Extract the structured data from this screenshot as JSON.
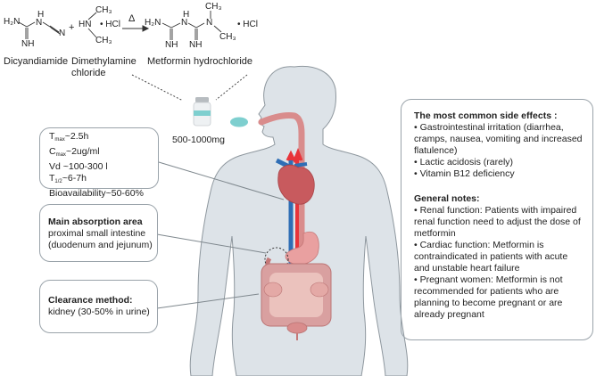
{
  "reaction": {
    "reactant1": {
      "name": "Dicyandiamide",
      "groups": {
        "amine": "H₂N",
        "imine": "NH",
        "h": "H",
        "n1": "N",
        "nitrile_n": "N"
      }
    },
    "plus": "+",
    "reactant2": {
      "name_line1": "Dimethylamine",
      "name_line2": "chloride",
      "groups": {
        "hn": "HN",
        "ch3_top": "CH₃",
        "ch3_bottom": "CH₃",
        "salt": "• HCl"
      }
    },
    "condition": "Δ",
    "product": {
      "name": "Metformin hydrochloride",
      "groups": {
        "amine": "H₂N",
        "h": "H",
        "n1": "N",
        "n2": "N",
        "imine1": "NH",
        "imine2": "NH",
        "ch3_top": "CH₃",
        "ch3_right": "CH₃",
        "salt": "• HCl"
      }
    }
  },
  "dose": {
    "label": "500-1000mg",
    "icons": [
      "medicine-bottle-icon",
      "tablet-icon"
    ]
  },
  "pk_box": {
    "tmax": {
      "symbol": "T",
      "sub": "max",
      "value": "~2.5h"
    },
    "cmax": {
      "symbol": "C",
      "sub": "max",
      "value": "~2ug/ml"
    },
    "vd": "Vd ~100-300 l",
    "thalf": {
      "symbol": "T",
      "sub": "1/2",
      "value": "~6-7h"
    },
    "bioavailability": "Bioavailability~50-60%"
  },
  "absorption_box": {
    "title": "Main absorption area",
    "line1": "proximal small intestine",
    "line2": "(duodenum and jejunum)"
  },
  "clearance_box": {
    "title": "Clearance method:",
    "line1": "kidney (30-50% in urine)"
  },
  "side_effects": {
    "title": "The most common side effects :",
    "items": [
      "• Gastrointestinal irritation (diarrhea, cramps, nausea, vomiting and increased flatulence)",
      "• Lactic acidosis (rarely)",
      "• Vitamin B12 deficiency"
    ]
  },
  "general_notes": {
    "title": "General notes:",
    "items": [
      "• Renal function: Patients with impaired renal function need to adjust the dose of metformin",
      "• Cardiac function: Metformin is contraindicated in patients with acute and unstable heart failure",
      "• Pregnant women: Metformin is not recommended for patients who are planning to become pregnant or are already pregnant"
    ]
  },
  "colors": {
    "body_fill": "#dde3e8",
    "body_stroke": "#8e979e",
    "artery": "#e8343a",
    "vein": "#2f6eb5",
    "heart": "#c85a5e",
    "gi_tract": "#d98c8c",
    "stomach": "#e9a0a0",
    "tablet": "#7ecfcf",
    "box_border": "#9aa3aa"
  }
}
